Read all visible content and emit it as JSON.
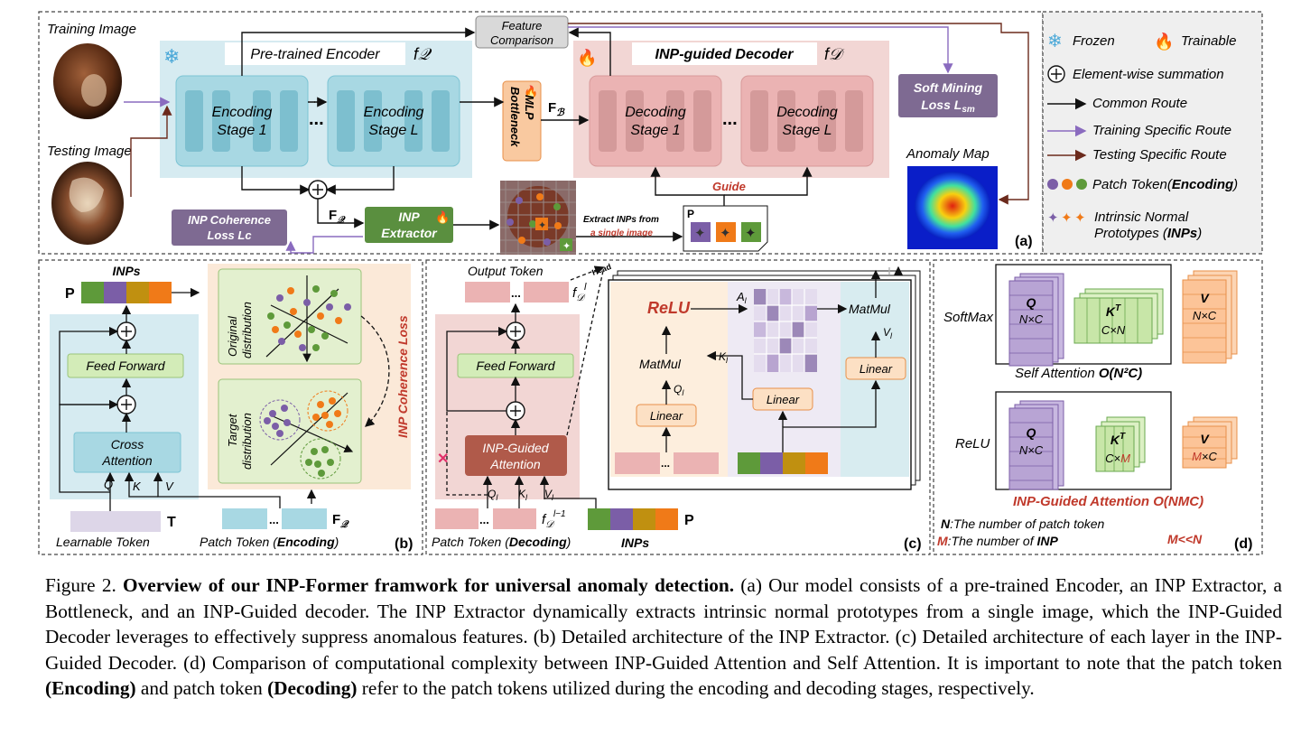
{
  "panel_a": {
    "training_image": "Training Image",
    "testing_image": "Testing Image",
    "encoder_title": "Pre-trained Encoder",
    "encoder_symbol": "f𝒬",
    "decoder_title": "INP-guided Decoder",
    "decoder_symbol": "f𝒟",
    "feature_comparison_1": "Feature",
    "feature_comparison_2": "Comparison",
    "enc_stage1_l1": "Encoding",
    "enc_stage1_l2": "Stage 1",
    "enc_stageL_l1": "Encoding",
    "enc_stageL_l2": "Stage L",
    "dec_stage1_l1": "Decoding",
    "dec_stage1_l2": "Stage 1",
    "dec_stageL_l1": "Decoding",
    "dec_stageL_l2": "Stage L",
    "ellipsis": "...",
    "bottleneck_1": "MLP",
    "bottleneck_2": "Bottleneck",
    "fb_label": "F",
    "fb_sub": "ℬ",
    "fq_label": "F",
    "fq_sub": "𝒬",
    "soft_mining_1": "Soft Mining",
    "soft_mining_2": "Loss L",
    "soft_mining_sub": "sm",
    "anomaly_map": "Anomaly Map",
    "inp_coherence_1": "INP Coherence",
    "inp_coherence_2": "Loss Lc",
    "inp_extractor_1": "INP",
    "inp_extractor_2": "Extractor",
    "extract_1": "Extract INPs from",
    "extract_2": "a single image",
    "guide": "Guide",
    "p_label": "P",
    "panel_tag": "(a)"
  },
  "legend": {
    "frozen": "Frozen",
    "trainable": "Trainable",
    "elementwise": "Element-wise summation",
    "common_route": "Common Route",
    "training_route": "Training Specific Route",
    "testing_route": "Testing Specific Route",
    "patch_token_1": "Patch Token(",
    "patch_token_2": "Encoding",
    "patch_token_3": ")",
    "inps_1": "Intrinsic Normal",
    "inps_2": "Prototypes (",
    "inps_3": "INPs",
    "inps_4": ")"
  },
  "panel_b": {
    "inps": "INPs",
    "p_label": "P",
    "feed_forward": "Feed Forward",
    "cross_1": "Cross",
    "cross_2": "Attention",
    "q": "Q",
    "k": "K",
    "v": "V",
    "t_label": "T",
    "learnable": "Learnable Token",
    "patch_1": "Patch Token (",
    "patch_2": "Encoding",
    "patch_3": ")",
    "fq": "F",
    "fq_sub": "𝒬",
    "original_1": "Original",
    "original_2": "distribution",
    "target_1": "Target",
    "target_2": "distribution",
    "coherence": "INP Coherence Loss",
    "panel_tag": "(b)"
  },
  "panel_c": {
    "output_token": "Output Token",
    "fdl": "f",
    "fdl_sub": "𝒟",
    "fdl_sup": "l",
    "feed_forward": "Feed Forward",
    "inp_attn_1": "INP-Guided",
    "inp_attn_2": "Attention",
    "ql": "Q",
    "kl": "K",
    "vl": "V",
    "l": "l",
    "patch_1": "Patch Token (",
    "patch_2": "Decoding",
    "patch_3": ")",
    "fdl1_sup": "l−1",
    "inps": "INPs",
    "p_label": "P",
    "head": "Head",
    "relu": "ReLU",
    "al": "A",
    "matmul1": "MatMul",
    "matmul2": "MatMul",
    "linear1": "Linear",
    "linear2": "Linear",
    "linear3": "Linear",
    "cross": "✕",
    "panel_tag": "(c)"
  },
  "panel_d": {
    "softmax": "SoftMax",
    "relu": "ReLU",
    "q": "Q",
    "nxc": "N×C",
    "kt": "K",
    "t": "T",
    "cxn": "C×N",
    "cxm_1": "C×",
    "cxm_2": "M",
    "v": "V",
    "mxc_1": "M",
    "mxc_2": "×C",
    "self_attn_1": "Self Attention ",
    "self_attn_2": "O(N²C)",
    "inp_attn": "INP-Guided Attention O(NMC)",
    "n_def_1": "N",
    "n_def_2": ":The number of patch token",
    "m_def_1": "M",
    "m_def_2": ":The number of ",
    "m_def_3": "INP",
    "m_lt_n": "M<<N",
    "panel_tag": "(d)"
  },
  "caption": {
    "label": "Figure 2. ",
    "bold_title": "Overview of our INP-Former framwork for universal anomaly detection.",
    "text_1": " (a) Our model consists of a pre-trained Encoder, an INP Extractor, a Bottleneck, and an INP-Guided decoder. The INP Extractor dynamically extracts intrinsic normal prototypes from a single image, which the INP-Guided Decoder leverages to effectively suppress anomalous features. (b) Detailed architecture of the INP Extractor. (c) Detailed architecture of each layer in the INP-Guided Decoder. (d) Comparison of computational complexity between INP-Guided Attention and Self Attention. It is important to note that the patch token ",
    "bold_enc": "(Encoding)",
    "text_2": " and patch token ",
    "bold_dec": "(Decoding)",
    "text_3": " refer to the patch tokens utilized during the encoding and decoding stages, respectively."
  },
  "colors": {
    "encoder_bg": "#d6ebf1",
    "stage_blue": "#a8d8e3",
    "decoder_bg": "#f2d6d4",
    "stage_pink": "#ebb3b3",
    "purple": "#7b5ea7",
    "orange": "#f07a18",
    "green": "#5e9a3a",
    "gold": "#c09010",
    "inp_green": "#5a8f3f",
    "purple_box": "#7e6a92",
    "brown": "#6b2a1c",
    "train_purple": "#8a6bbf",
    "red_text": "#c0392b"
  }
}
